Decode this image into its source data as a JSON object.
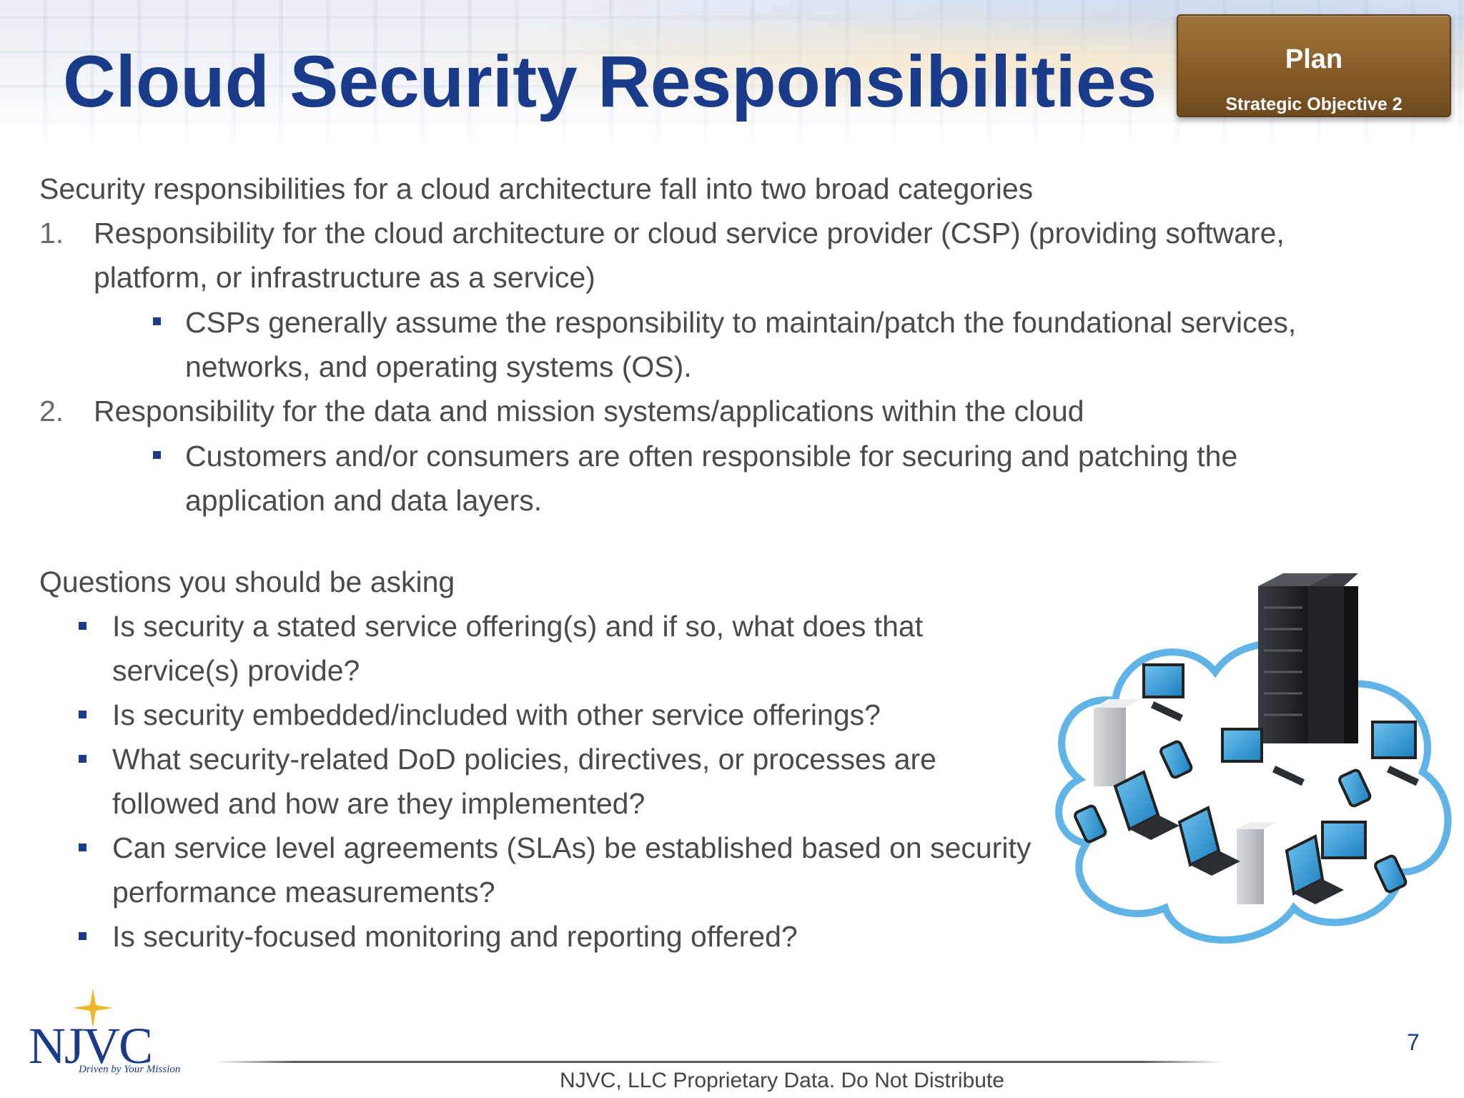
{
  "slide": {
    "title": "Cloud Security Responsibilities",
    "badge": {
      "label": "Plan",
      "subtitle": "Strategic Objective 2",
      "color": "#8a5f2a"
    },
    "intro": "Security responsibilities for a cloud architecture fall into two broad categories",
    "items": [
      {
        "number": "1.",
        "lines": [
          "Responsibility for the cloud architecture or cloud service provider (CSP) (providing software,",
          "platform, or infrastructure as a service)"
        ],
        "sub": [
          "CSPs generally assume the responsibility to maintain/patch the foundational services,",
          "networks, and operating systems (OS)."
        ]
      },
      {
        "number": "2.",
        "lines": [
          "Responsibility for the data and mission systems/applications within the cloud"
        ],
        "sub": [
          "Customers and/or consumers are often responsible for securing and patching the",
          "application and data layers."
        ]
      }
    ],
    "questions_heading": "Questions you should be asking",
    "questions": [
      [
        "Is security a stated service offering(s) and if so, what does that",
        "service(s) provide?"
      ],
      [
        "Is security embedded/included with other service offerings?"
      ],
      [
        "What security-related DoD policies, directives, or processes are",
        "followed and how are they implemented?"
      ],
      [
        "Can service level agreements (SLAs) be established based on security",
        "performance measurements?"
      ],
      [
        "Is security-focused monitoring and reporting offered?"
      ]
    ],
    "logo": {
      "name": "NJVC",
      "tagline": "Driven by Your Mission"
    },
    "footer": "NJVC, LLC Proprietary Data. Do Not Distribute",
    "page_number": "7",
    "colors": {
      "title": "#1a3a8a",
      "text": "#4a4a4a",
      "bullet": "#1a3a8a"
    }
  }
}
